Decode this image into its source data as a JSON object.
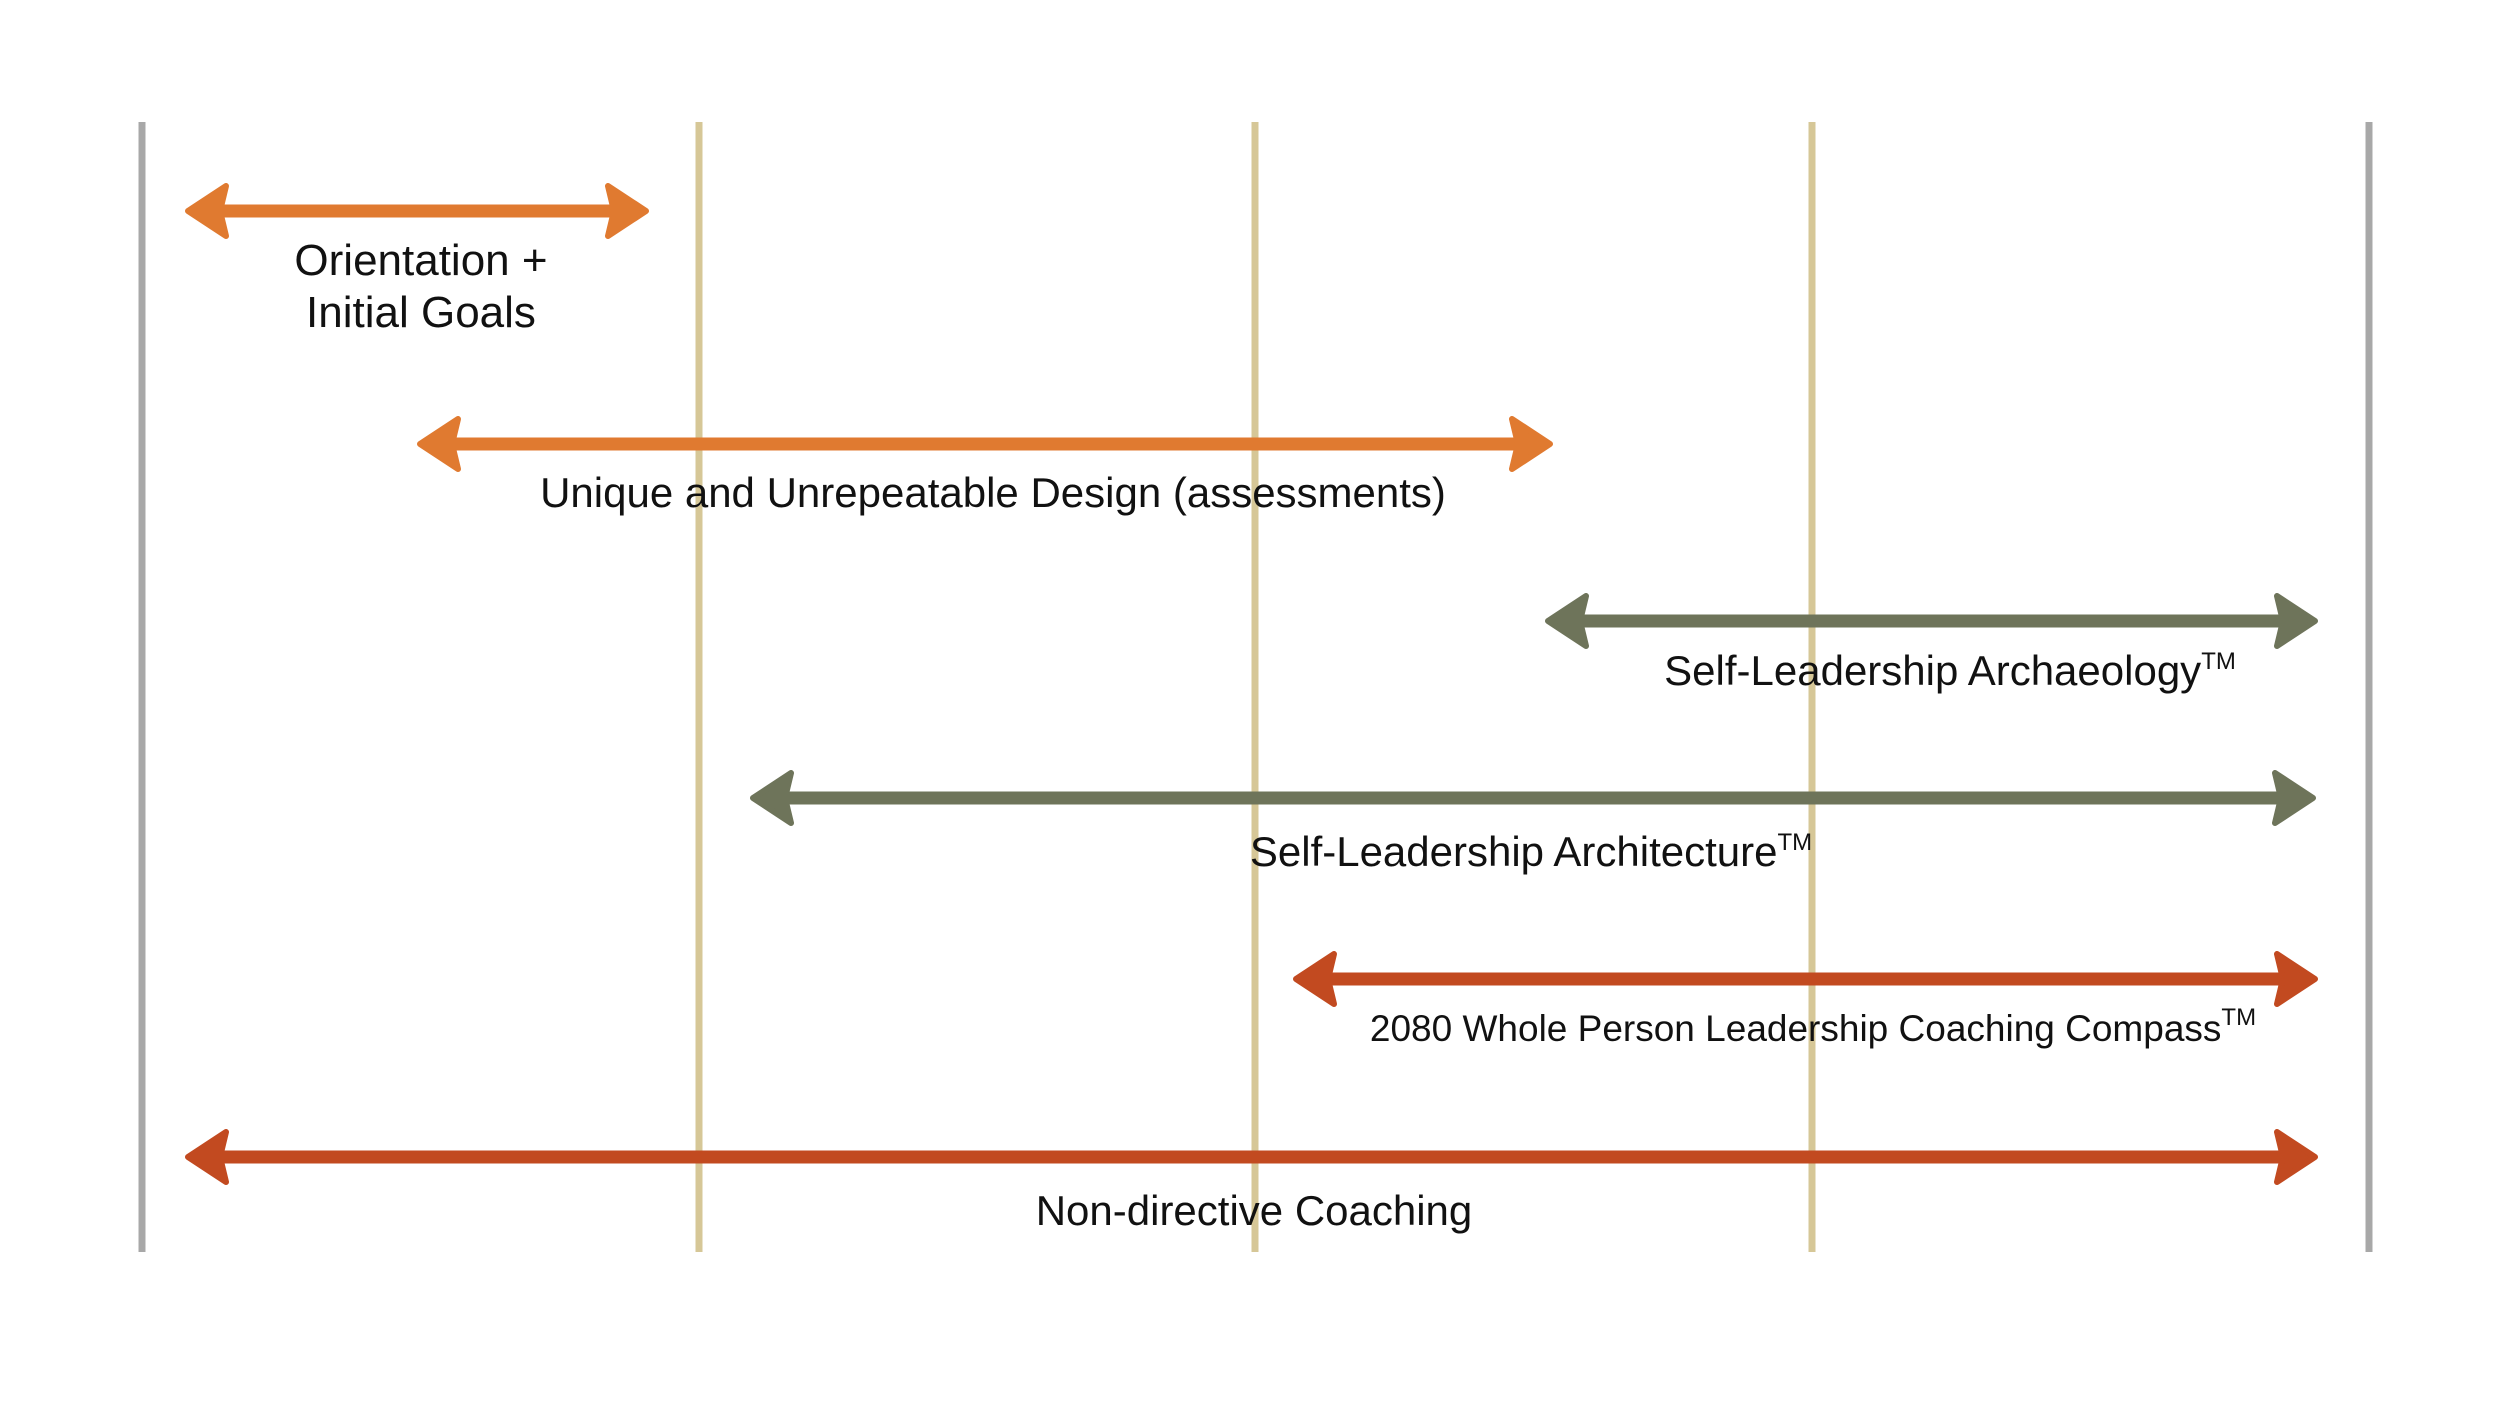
{
  "colors": {
    "orange": "#E07A30",
    "olive": "#6E745A",
    "rust": "#C24A20",
    "outer_line": "#A8A8A8",
    "inner_line": "#D6C797",
    "text": "#111111"
  },
  "phases": [
    {
      "id": "orientation",
      "lines": [
        "Orientation +",
        "Initial Goals"
      ],
      "tm": "",
      "color": "orange"
    },
    {
      "id": "design",
      "lines": [
        "Unique and Unrepeatable Design (assessments)"
      ],
      "tm": "",
      "color": "orange"
    },
    {
      "id": "archaeology",
      "lines": [
        "Self-Leadership Archaeology"
      ],
      "tm": "TM",
      "color": "olive"
    },
    {
      "id": "architecture",
      "lines": [
        "Self-Leadership Architecture"
      ],
      "tm": "TM",
      "color": "olive"
    },
    {
      "id": "compass",
      "lines": [
        "2080 Whole Person Leadership Coaching Compass"
      ],
      "tm": "TM",
      "color": "rust"
    },
    {
      "id": "coaching",
      "lines": [
        "Non-directive Coaching"
      ],
      "tm": "",
      "color": "rust"
    }
  ]
}
